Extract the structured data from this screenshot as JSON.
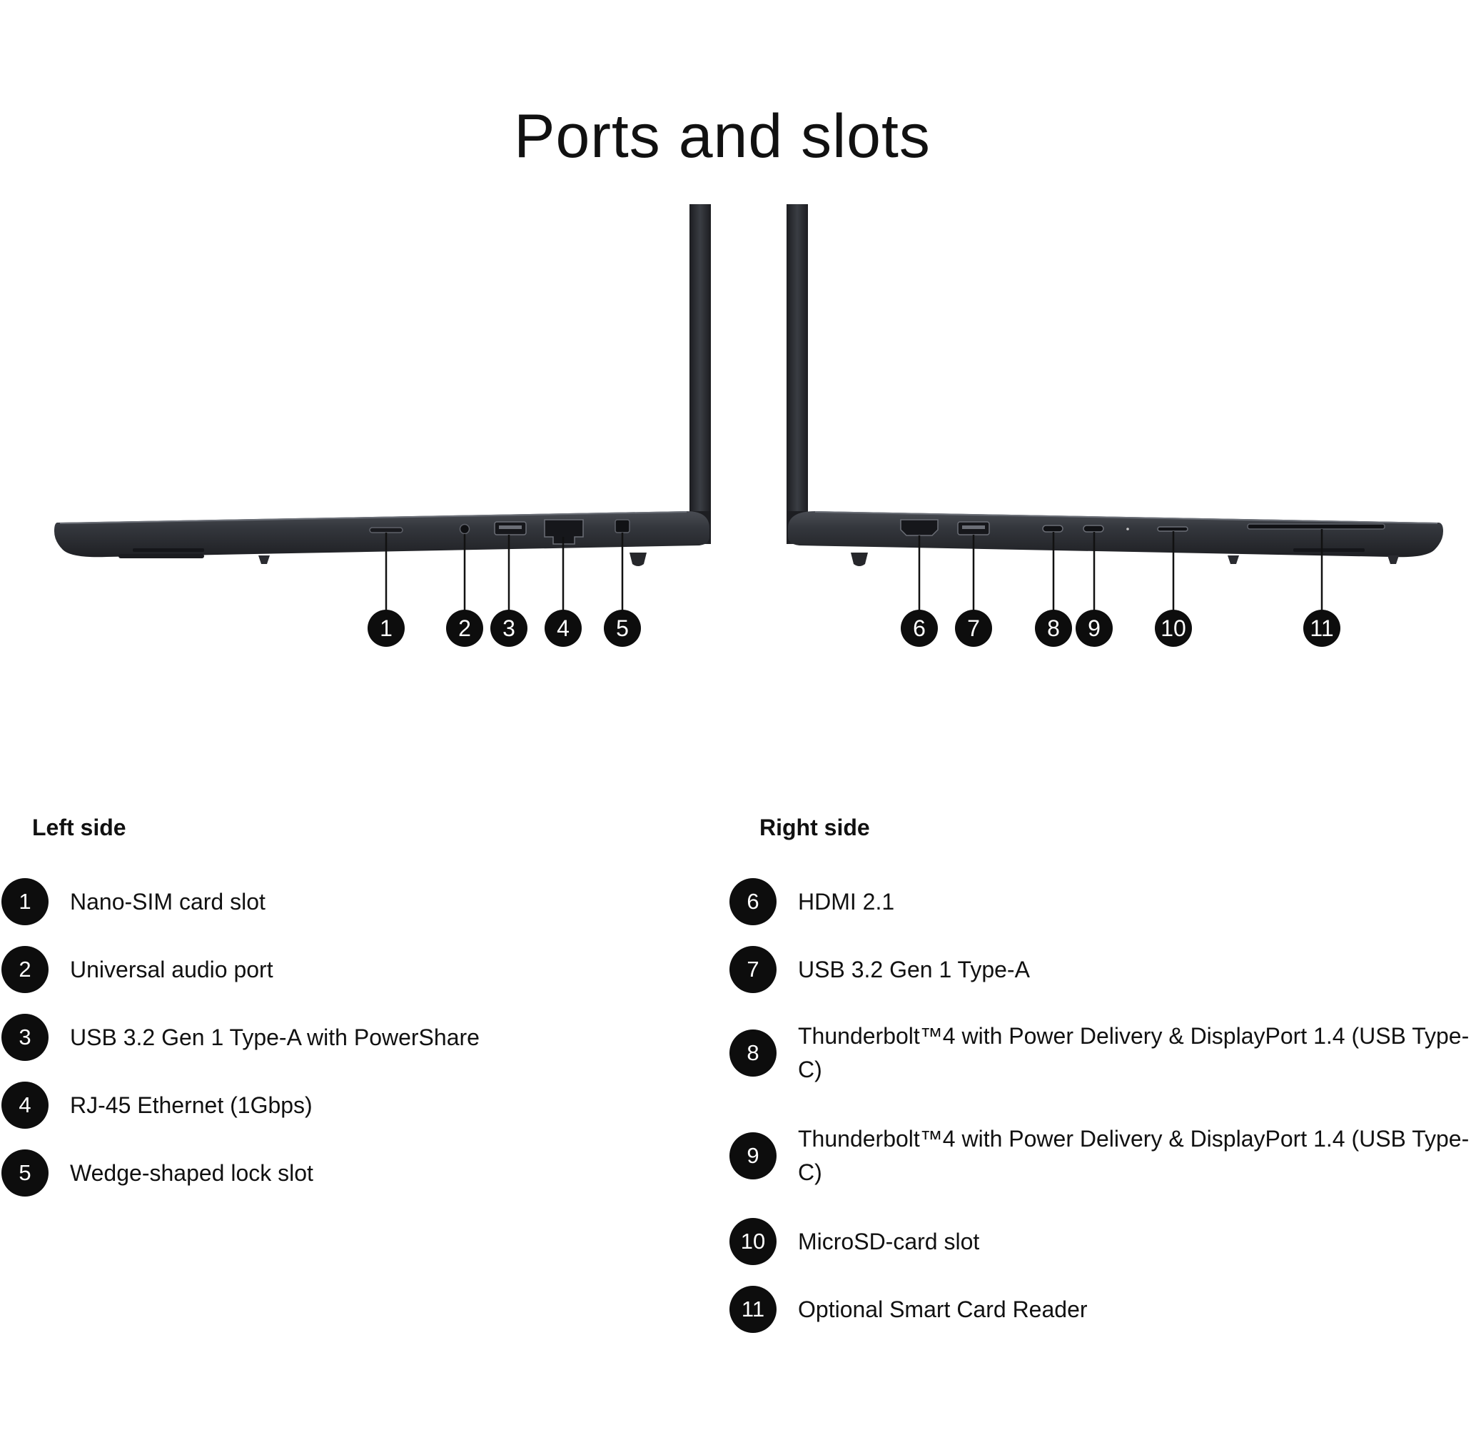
{
  "title": "Ports and slots",
  "left": {
    "heading": "Left side",
    "items": [
      {
        "num": "1",
        "label": "Nano-SIM card slot"
      },
      {
        "num": "2",
        "label": "Universal audio port"
      },
      {
        "num": "3",
        "label": "USB 3.2 Gen 1 Type-A with PowerShare"
      },
      {
        "num": "4",
        "label": "RJ-45 Ethernet (1Gbps)"
      },
      {
        "num": "5",
        "label": "Wedge-shaped lock slot"
      }
    ]
  },
  "right": {
    "heading": "Right side",
    "items": [
      {
        "num": "6",
        "label": "HDMI 2.1"
      },
      {
        "num": "7",
        "label": "USB 3.2 Gen 1 Type-A"
      },
      {
        "num": "8",
        "label": "Thunderbolt™4 with Power Delivery & DisplayPort 1.4 (USB Type-C)"
      },
      {
        "num": "9",
        "label": "Thunderbolt™4 with Power Delivery & DisplayPort 1.4 (USB Type-C)"
      },
      {
        "num": "10",
        "label": "MicroSD-card slot"
      },
      {
        "num": "11",
        "label": "Optional Smart Card Reader"
      }
    ]
  },
  "callouts": [
    "1",
    "2",
    "3",
    "4",
    "5",
    "6",
    "7",
    "8",
    "9",
    "10",
    "11"
  ],
  "colors": {
    "laptop_body": "#2e3035",
    "laptop_edge": "#1b1c20",
    "badge": "#0d0d0d"
  }
}
